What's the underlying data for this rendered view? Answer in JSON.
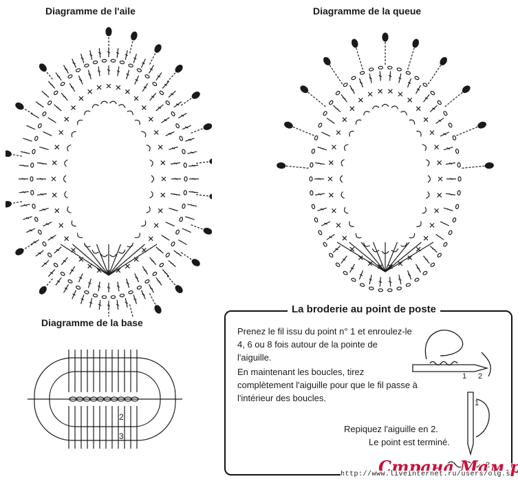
{
  "titles": {
    "aile": "Diagramme de l'aile",
    "queue": "Diagramme de la queue",
    "base": "Diagramme de la base"
  },
  "broderie": {
    "title": "La broderie au point de poste",
    "para1": [
      "Prenez le fil issu du point n° 1 et enroulez-le",
      "4, 6 ou 8 fois autour de la pointe de",
      "l'aiguille."
    ],
    "para2": [
      "En maintenant les boucles, tirez",
      "complètement l'aiguille pour que le fil passe à",
      "l'intérieur des boucles."
    ],
    "para3": [
      "Repiquez l'aiguille en 2.",
      "Le point est terminé."
    ],
    "illustration_labels": {
      "step_a_1": "1",
      "step_a_2": "2",
      "step_b_1": "1",
      "step_b_2": "2"
    }
  },
  "diagram_markers": {
    "base_row2": "2",
    "base_row3": "3"
  },
  "watermark": {
    "brand": "Страна Мам.ру",
    "url": "http://www.liveinternet.ru/users/olg.s"
  },
  "colors": {
    "ink": "#1a1a1a",
    "watermark": "#c8103c"
  }
}
